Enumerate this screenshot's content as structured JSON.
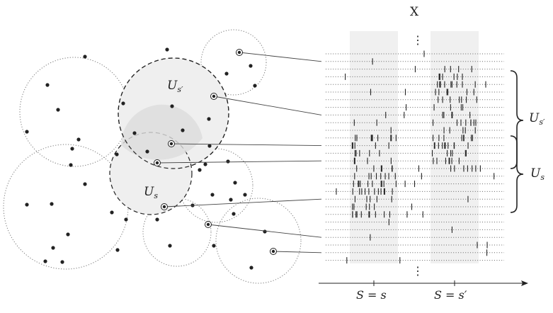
{
  "labels": {
    "x": "X",
    "vdots": "⋮",
    "us_prime_circle": "U",
    "us_prime_circle_sub": "s′",
    "us_circle": "U",
    "us_circle_sub": "s",
    "brace_us_prime": "U",
    "brace_us_prime_sub": "s′",
    "brace_us": "U",
    "brace_us_sub": "s",
    "axis_s": "S = s",
    "axis_s_prime": "S = s′"
  },
  "colors": {
    "ink": "#222222",
    "neighborhood_fill": "#efefef",
    "neighborhood_overlap_fill": "#dcdcdc",
    "band_fill": "#f0f0f0",
    "dotted": "#777777"
  },
  "icons": {
    "ring_marker": "circled-dot",
    "point": "filled-dot",
    "brace": "right-curly-brace",
    "axis_arrow": "arrow-right"
  }
}
